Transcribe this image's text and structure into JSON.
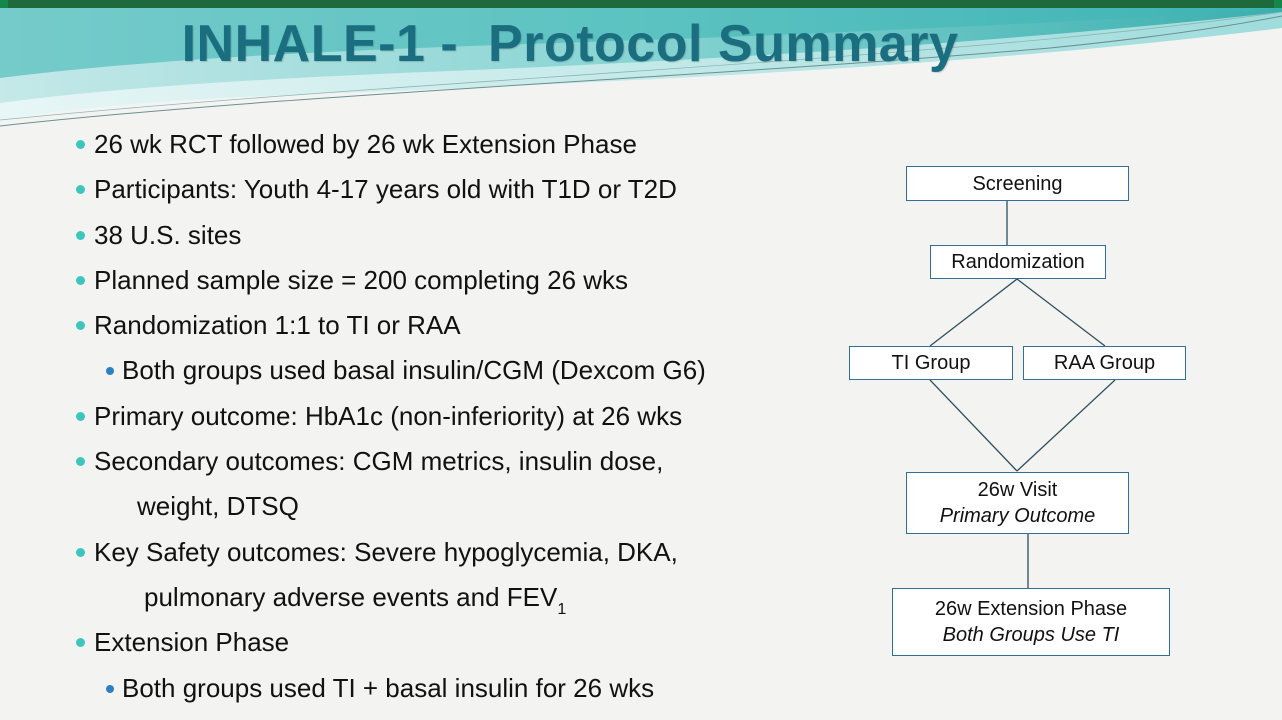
{
  "title": "INHALE-1 -  Protocol Summary",
  "bullets": [
    {
      "level": 1,
      "text": "26 wk RCT followed by 26 wk Extension Phase"
    },
    {
      "level": 1,
      "text": "Participants: Youth 4-17 years old with T1D or T2D"
    },
    {
      "level": 1,
      "text": "38 U.S. sites"
    },
    {
      "level": 1,
      "text": "Planned sample size = 200 completing 26 wks"
    },
    {
      "level": 1,
      "text": "Randomization 1:1 to TI or RAA"
    },
    {
      "level": 2,
      "text": "Both groups used basal insulin/CGM (Dexcom G6)"
    },
    {
      "level": 1,
      "text": "Primary outcome: HbA1c (non-inferiority) at 26 wks"
    },
    {
      "level": 1,
      "text": "Secondary outcomes: CGM metrics, insulin dose,"
    },
    {
      "level": 0,
      "text": "weight, DTSQ"
    },
    {
      "level": 1,
      "text": "Key Safety outcomes: Severe hypoglycemia, DKA,"
    },
    {
      "level": 0,
      "text": "pulmonary adverse events and FEV",
      "sub": "1"
    },
    {
      "level": 1,
      "text": "Extension Phase"
    },
    {
      "level": 2,
      "text": "Both groups used TI + basal insulin for 26 wks"
    }
  ],
  "flowchart": {
    "screening": "Screening",
    "randomization": "Randomization",
    "ti_group": "TI Group",
    "raa_group": "RAA Group",
    "visit_26w": "26w Visit",
    "visit_26w_sub": "Primary Outcome",
    "extension": "26w Extension Phase",
    "extension_sub": "Both Groups Use TI"
  },
  "colors": {
    "title": "#1b6e7f",
    "bullet_l1": "#3cc6c0",
    "bullet_l2": "#2e7fc0",
    "box_border": "#2f6f9a",
    "frame": "#1e6a3c"
  }
}
